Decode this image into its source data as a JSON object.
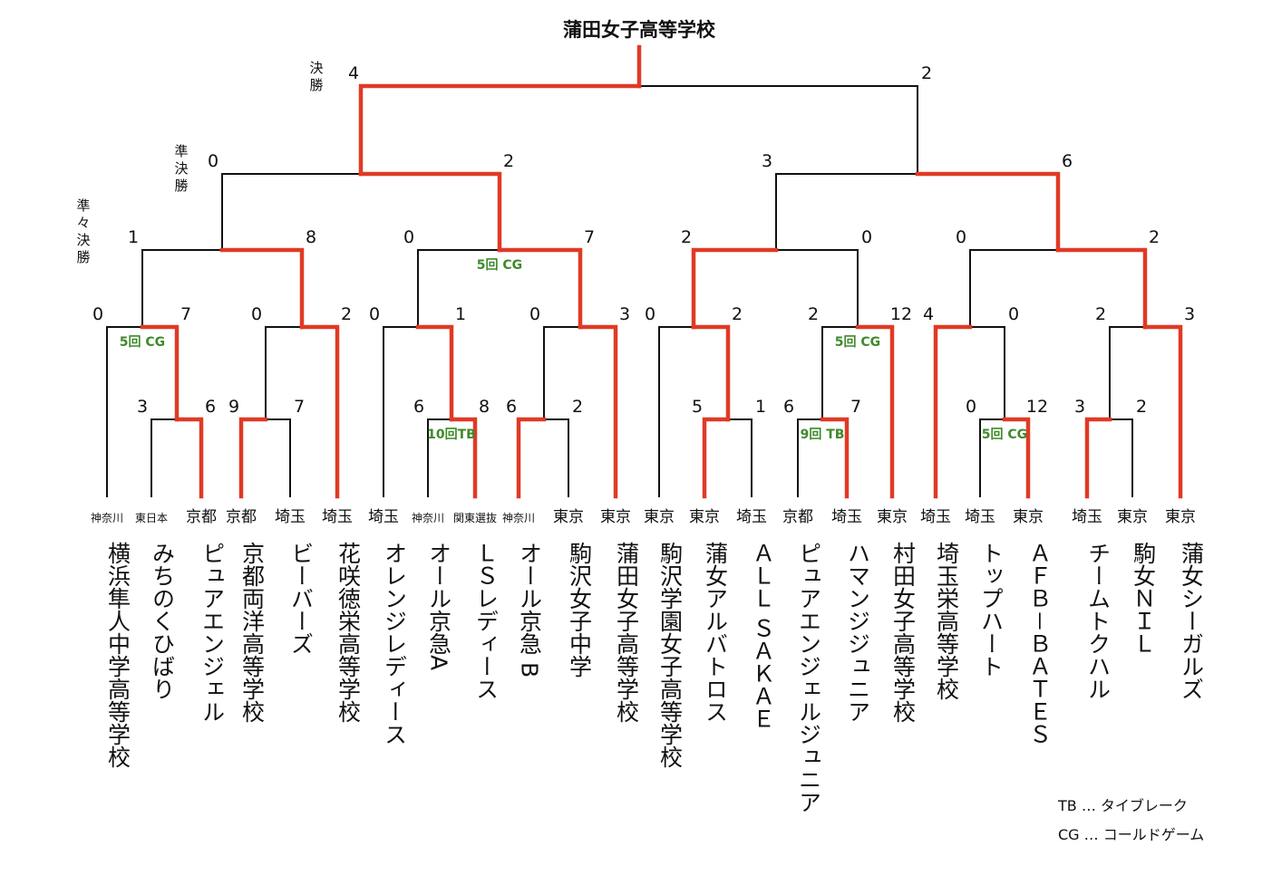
{
  "champion": "蒲田女子高等学校",
  "round_labels": {
    "final": "決勝",
    "semifinal": "準決勝",
    "quarterfinal": "準々決勝"
  },
  "colors": {
    "winner_line": "#e03a25",
    "loser_line": "#111111",
    "note_text": "#3f8a2a",
    "text": "#111111"
  },
  "legend": [
    "TB … タイブレーク",
    "CG … コールドゲーム"
  ],
  "teams": [
    {
      "prefecture": "神奈川",
      "name": "横浜隼人中学高等学校"
    },
    {
      "prefecture": "東日本",
      "name": "みちのくひばり"
    },
    {
      "prefecture": "京都",
      "name": "ピュアエンジェル"
    },
    {
      "prefecture": "京都",
      "name": "京都両洋高等学校"
    },
    {
      "prefecture": "埼玉",
      "name": "ビーバーズ"
    },
    {
      "prefecture": "埼玉",
      "name": "花咲徳栄高等学校"
    },
    {
      "prefecture": "埼玉",
      "name": "オレンジレディース"
    },
    {
      "prefecture": "神奈川",
      "name": "オール京急A"
    },
    {
      "prefecture": "関東選抜",
      "name": "ＬＳレディース"
    },
    {
      "prefecture": "神奈川",
      "name": "オール京急 B"
    },
    {
      "prefecture": "東京",
      "name": "駒沢女子中学"
    },
    {
      "prefecture": "東京",
      "name": "蒲田女子高等学校"
    },
    {
      "prefecture": "東京",
      "name": "駒沢学園女子高等学校"
    },
    {
      "prefecture": "東京",
      "name": "蒲女アルバトロス"
    },
    {
      "prefecture": "埼玉",
      "name": "ＡＬＬ ＳＡＫＡＥ"
    },
    {
      "prefecture": "京都",
      "name": "ピュアエンジェルジュニア"
    },
    {
      "prefecture": "埼玉",
      "name": "ハマンジジュニア"
    },
    {
      "prefecture": "東京",
      "name": "村田女子高等学校"
    },
    {
      "prefecture": "埼玉",
      "name": "埼玉栄高等学校"
    },
    {
      "prefecture": "埼玉",
      "name": "トップハート"
    },
    {
      "prefecture": "東京",
      "name": "ＡＦＢ－ＢＡＴＥＳ"
    },
    {
      "prefecture": "埼玉",
      "name": "チームトクハル"
    },
    {
      "prefecture": "東京",
      "name": "駒女ＮＩＬ"
    },
    {
      "prefecture": "東京",
      "name": "蒲女シーガルズ"
    }
  ],
  "round1": [
    {
      "scores": [
        "3",
        "6"
      ],
      "winner": 1,
      "note": ""
    },
    {
      "scores": [
        "9",
        "7"
      ],
      "winner": 0,
      "note": ""
    },
    {
      "scores": [
        "6",
        "8"
      ],
      "winner": 1,
      "note": "10回TB"
    },
    {
      "scores": [
        "6",
        "2"
      ],
      "winner": 0,
      "note": ""
    },
    {
      "scores": [
        "5",
        "1"
      ],
      "winner": 0,
      "note": ""
    },
    {
      "scores": [
        "6",
        "7"
      ],
      "winner": 1,
      "note": "9回 TB"
    },
    {
      "scores": [
        "0",
        "12"
      ],
      "winner": 1,
      "note": "5回 CG"
    },
    {
      "scores": [
        "3",
        "2"
      ],
      "winner": 0,
      "note": ""
    }
  ],
  "round2": [
    {
      "scores": [
        "0",
        "7"
      ],
      "winner": 1,
      "note": "5回 CG"
    },
    {
      "scores": [
        "0",
        "2"
      ],
      "winner": 1,
      "note": ""
    },
    {
      "scores": [
        "0",
        "1"
      ],
      "winner": 1,
      "note": ""
    },
    {
      "scores": [
        "0",
        "3"
      ],
      "winner": 1,
      "note": ""
    },
    {
      "scores": [
        "0",
        "2"
      ],
      "winner": 1,
      "note": ""
    },
    {
      "scores": [
        "2",
        "12"
      ],
      "winner": 1,
      "note": "5回 CG"
    },
    {
      "scores": [
        "4",
        "0"
      ],
      "winner": 0,
      "note": ""
    },
    {
      "scores": [
        "2",
        "3"
      ],
      "winner": 1,
      "note": ""
    }
  ],
  "quarterfinal": [
    {
      "scores": [
        "1",
        "8"
      ],
      "winner": 1,
      "note": ""
    },
    {
      "scores": [
        "0",
        "7"
      ],
      "winner": 1,
      "note": "5回 CG"
    },
    {
      "scores": [
        "2",
        "0"
      ],
      "winner": 0,
      "note": ""
    },
    {
      "scores": [
        "0",
        "2"
      ],
      "winner": 1,
      "note": ""
    }
  ],
  "semifinal": [
    {
      "scores": [
        "0",
        "2"
      ],
      "winner": 1,
      "note": ""
    },
    {
      "scores": [
        "3",
        "6"
      ],
      "winner": 1,
      "note": ""
    }
  ],
  "final": {
    "scores": [
      "4",
      "2"
    ],
    "winner": 0,
    "note": ""
  }
}
